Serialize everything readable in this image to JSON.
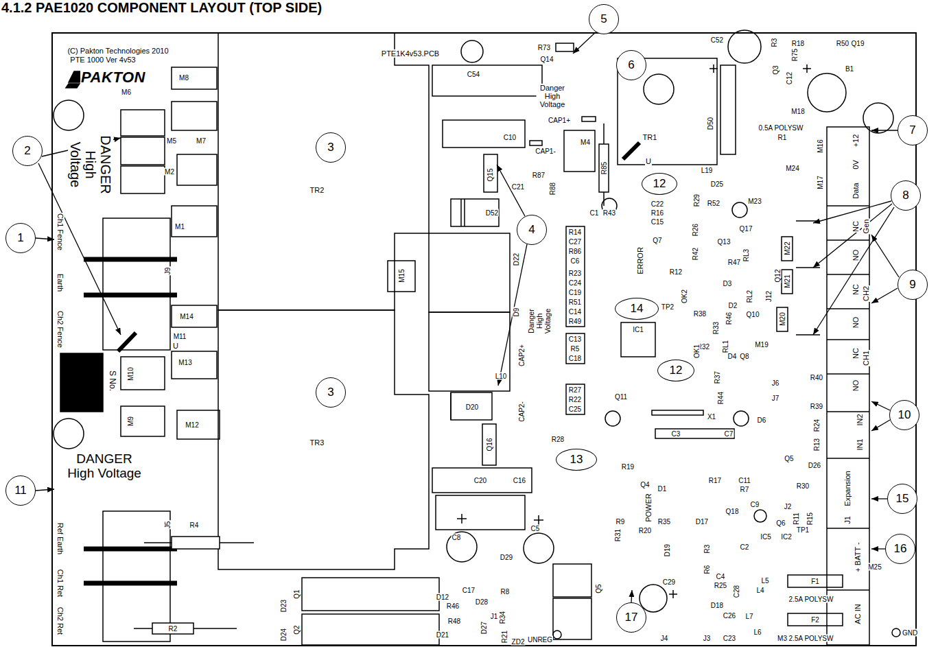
{
  "diagram": {
    "title": "4.1.2 PAE1020 COMPONENT LAYOUT (TOP SIDE)",
    "nodes": [
      {
        "text": [
          "5"
        ]
      },
      {
        "text": [
          "6"
        ]
      },
      {
        "text": [
          "7"
        ]
      },
      {
        "text": [
          "3"
        ]
      },
      {
        "text": [
          "2"
        ]
      },
      {
        "text": [
          "12"
        ]
      },
      {
        "text": [
          "8"
        ]
      },
      {
        "text": [
          "4"
        ]
      },
      {
        "text": [
          "1"
        ]
      },
      {
        "text": [
          "9"
        ]
      },
      {
        "text": [
          "14"
        ]
      },
      {
        "text": [
          "12"
        ]
      },
      {
        "text": [
          "3"
        ]
      },
      {
        "text": [
          "10"
        ]
      },
      {
        "text": [
          "13"
        ]
      },
      {
        "text": [
          "11"
        ]
      },
      {
        "text": [
          "15"
        ]
      },
      {
        "text": [
          "16"
        ]
      },
      {
        "text": [
          "17"
        ]
      }
    ],
    "labels": [
      "(C) Pakton Technologies 2010",
      "PTE 1000 Ver 4v53",
      "PAKTON",
      "DANGER High Voltage",
      "M8",
      "M6",
      "M5",
      "M7",
      "M2",
      "M1",
      "Ch1 Fence",
      "Earth",
      "Ch2 Fence",
      "J9",
      "M14",
      "M11",
      "U",
      "S No.",
      "M13",
      "M10",
      "M9",
      "M12",
      "DANGER High Voltage",
      "Ref Earth",
      "Ch1 Ret",
      "Ch2 Ret",
      "J5",
      "R4",
      "R2",
      "TR2",
      "M15",
      "TR3",
      "PTE1K4v53.PCB",
      "C54",
      "R73",
      "Q14",
      "Danger High Voltage",
      "CAP1+",
      "CAP1-",
      "M4",
      "R85",
      "C10",
      "Q15",
      "R87",
      "C21",
      "R88",
      "D52",
      "C52",
      "R3",
      "Q3",
      "R75",
      "C12",
      "R18",
      "R50",
      "Q19",
      "B1",
      "M18",
      "0.5A POLYSW",
      "R1",
      "M16",
      "M17",
      "M24",
      "TR1",
      "U",
      "D50",
      "L19",
      "D25",
      "R52",
      "R29",
      "C22",
      "R16",
      "C15",
      "Q7",
      "M23",
      "Q17",
      "R26",
      "Q13",
      "RL3",
      "R47",
      "M22",
      "R42",
      "R12",
      "ERROR",
      "Q12",
      "D3",
      "M21",
      "OK2",
      "RL2",
      "J12",
      "TP2",
      "D2",
      "R38",
      "R46",
      "Q10",
      "M20",
      "IC1",
      "R33",
      "R32",
      "RL1",
      "M19",
      "D4",
      "Q8",
      "OK1",
      "R37",
      "R44",
      "J6",
      "J7",
      "R40",
      "R39",
      "R24",
      "R13",
      "D6",
      "Q5",
      "D26",
      "X1",
      "C3",
      "C7",
      "Q11",
      "R28",
      "C1",
      "R43",
      "R14",
      "C27",
      "R86",
      "C6",
      "R23",
      "C24",
      "C19",
      "R51",
      "C14",
      "R49",
      "C13",
      "R5",
      "C18",
      "R27",
      "R22",
      "C25",
      "Danger High Voltage",
      "D22",
      "D9",
      "CAP2+",
      "CAP2-",
      "L10",
      "D20",
      "Q16",
      "C20",
      "C16",
      "R19",
      "Q4",
      "POWER",
      "D1",
      "R17",
      "C11",
      "R7",
      "R30",
      "J2",
      "C9",
      "D17",
      "Q18",
      "Q6",
      "R11",
      "R15",
      "TP1",
      "IC5",
      "IC2",
      "C2",
      "R9",
      "R35",
      "R31",
      "R20",
      "D19",
      "R3",
      "R6",
      "C4",
      "R25",
      "C28",
      "L5",
      "L4",
      "F1",
      "2.5A POLYSW",
      "D18",
      "C26",
      "L7",
      "F2",
      "L6",
      "C23",
      "J3",
      "M3",
      "2.5A POLYSW",
      "GND",
      "M25",
      "C29",
      "J4",
      "Q5",
      "UNREG",
      "R34",
      "R21",
      "J1",
      "D29",
      "C8",
      "C5",
      "C17",
      "D12",
      "R46",
      "R48",
      "D28",
      "D27",
      "R8",
      "D21",
      "D23",
      "Q1",
      "D24",
      "Q2",
      "ZD2",
      "+12",
      "0V",
      "Data",
      "NC",
      "Gen",
      "NO",
      "NC",
      "CH2",
      "NO",
      "NC",
      "CH1",
      "NO",
      "IN2",
      "IN1",
      "Expansion",
      "J1",
      "+ BATT -",
      "AC IN"
    ]
  }
}
